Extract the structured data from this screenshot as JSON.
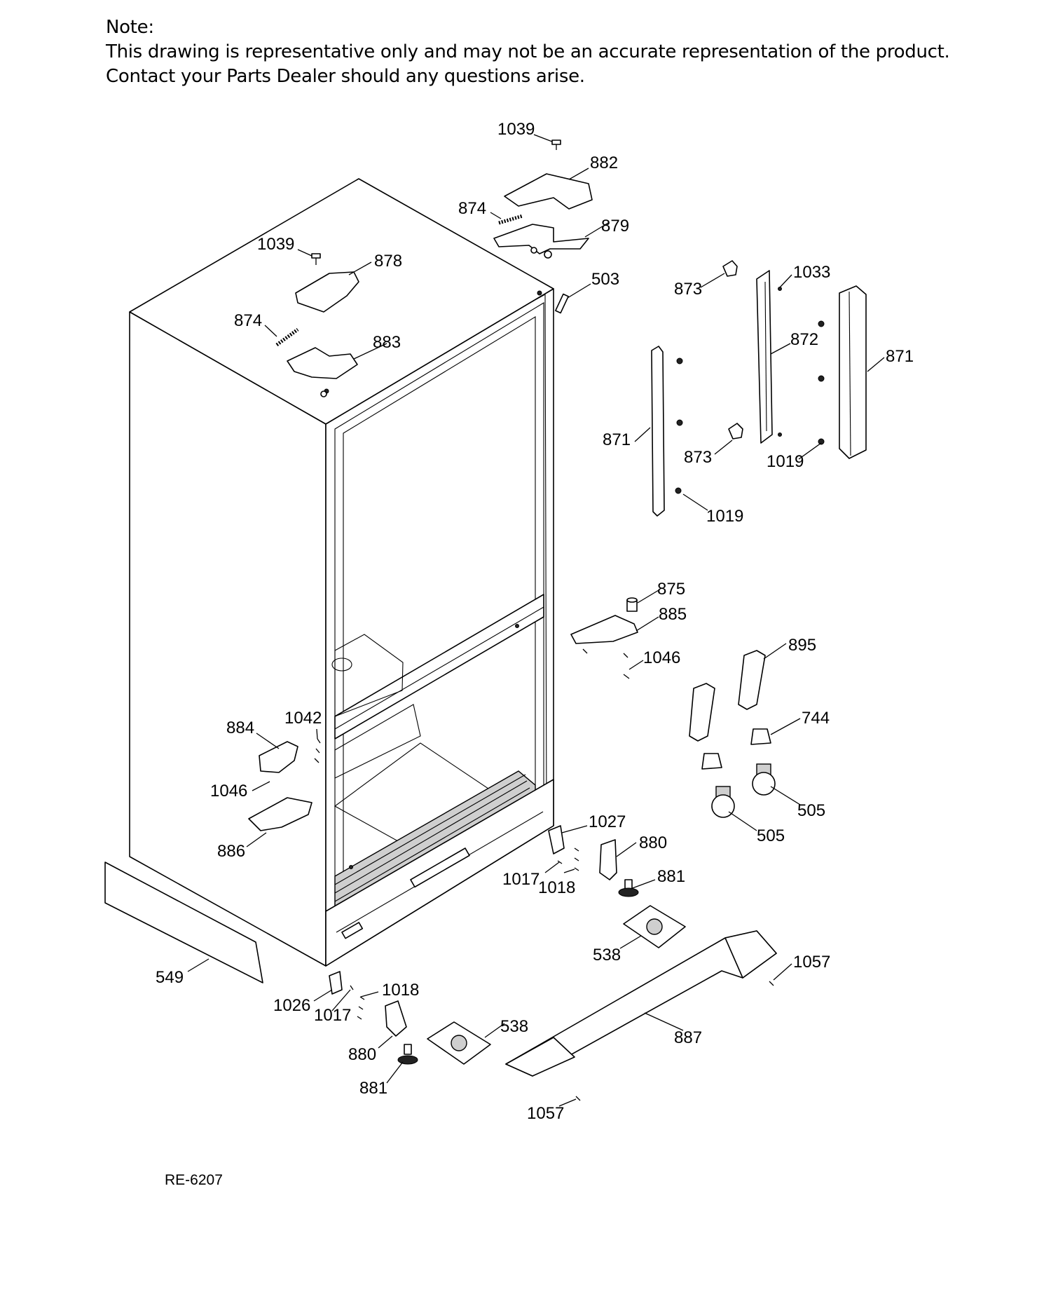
{
  "note": {
    "heading": "Note:",
    "line1": "This drawing is representative only and may not be an accurate representation of the product.",
    "line2": "Contact your Parts Dealer should any questions arise."
  },
  "drawing_ref": "RE-6207",
  "callouts": [
    "1039",
    "882",
    "874",
    "879",
    "1039",
    "878",
    "503",
    "874",
    "883",
    "873",
    "1033",
    "872",
    "871",
    "871",
    "873",
    "1019",
    "1019",
    "875",
    "885",
    "1046",
    "895",
    "744",
    "505",
    "505",
    "1042",
    "884",
    "1046",
    "886",
    "1027",
    "880",
    "1017",
    "1018",
    "881",
    "538",
    "1057",
    "549",
    "1026",
    "1017",
    "1018",
    "538",
    "880",
    "887",
    "881",
    "1057"
  ]
}
